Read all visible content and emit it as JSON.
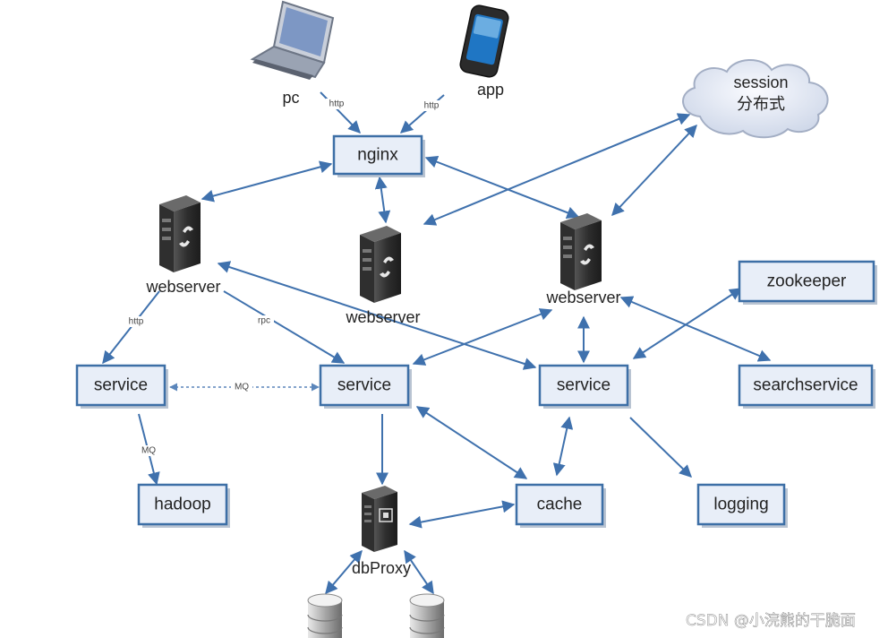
{
  "clients": {
    "pc": "pc",
    "app": "app"
  },
  "session": {
    "line1": "session",
    "line2": "分布式"
  },
  "boxes": {
    "nginx": "nginx",
    "zookeeper": "zookeeper",
    "service_left": "service",
    "service_middle": "service",
    "service_right": "service",
    "searchservice": "searchservice",
    "hadoop": "hadoop",
    "cache": "cache",
    "logging": "logging"
  },
  "servers": {
    "webserver_left": "webserver",
    "webserver_middle": "webserver",
    "webserver_right": "webserver",
    "dbproxy": "dbProxy"
  },
  "edge_labels": {
    "pc_nginx": "http",
    "app_nginx": "http",
    "ws_service_left": "http",
    "ws_service_middle": "rpc",
    "service_mq": "MQ",
    "hadoop_mq": "MQ"
  },
  "watermark": "CSDN @小浣熊的干脆面",
  "colors": {
    "box_fill": "#e8eef8",
    "box_border": "#3d6fa6",
    "arrow": "#3f71ad",
    "server_body": "#3c3c3c"
  }
}
